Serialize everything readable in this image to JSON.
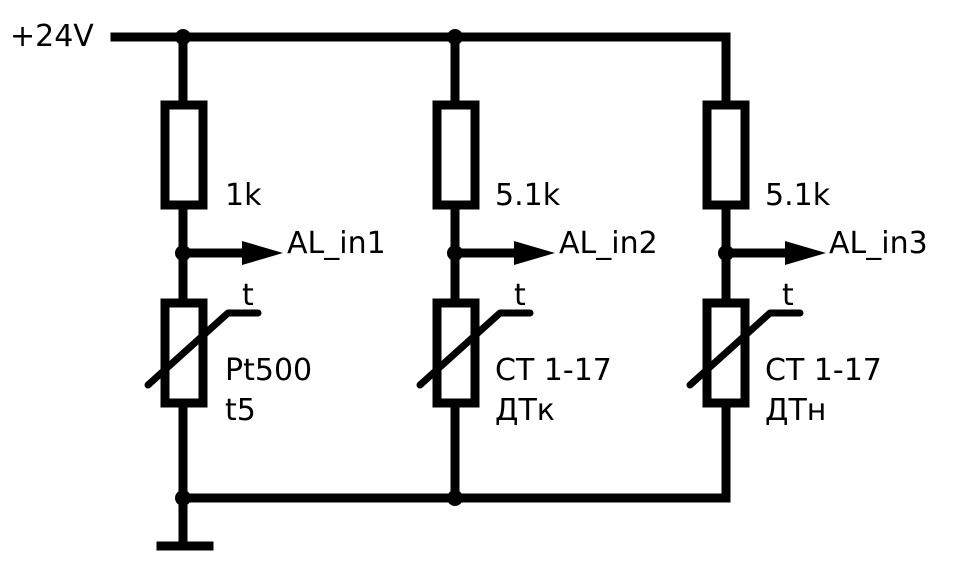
{
  "supply": {
    "label": "+24V"
  },
  "branches": [
    {
      "resistor_value": "1k",
      "output": "AL_in1",
      "sensor_symbol": "t",
      "sensor_line1": "Pt500",
      "sensor_line2": "t5"
    },
    {
      "resistor_value": "5.1k",
      "output": "AL_in2",
      "sensor_symbol": "t",
      "sensor_line1": "CT 1-17",
      "sensor_line2": "ДТк"
    },
    {
      "resistor_value": "5.1k",
      "output": "AL_in3",
      "sensor_symbol": "t",
      "sensor_line1": "CT 1-17",
      "sensor_line2": "ДТн"
    }
  ],
  "colors": {
    "stroke": "#000000",
    "background": "#ffffff"
  }
}
